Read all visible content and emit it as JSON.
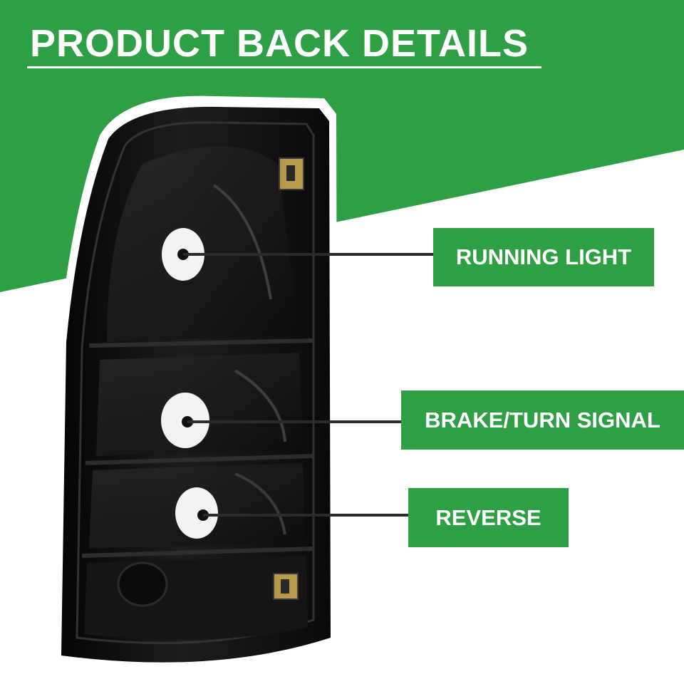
{
  "header": {
    "title": "PRODUCT BACK DETAILS"
  },
  "callouts": [
    {
      "label": "RUNNING LIGHT"
    },
    {
      "label": "BRAKE/TURN SIGNAL"
    },
    {
      "label": "REVERSE"
    }
  ],
  "colors": {
    "brand_green": "#2e9f45",
    "housing_black": "#141414",
    "socket_white": "#f2f2f2"
  }
}
